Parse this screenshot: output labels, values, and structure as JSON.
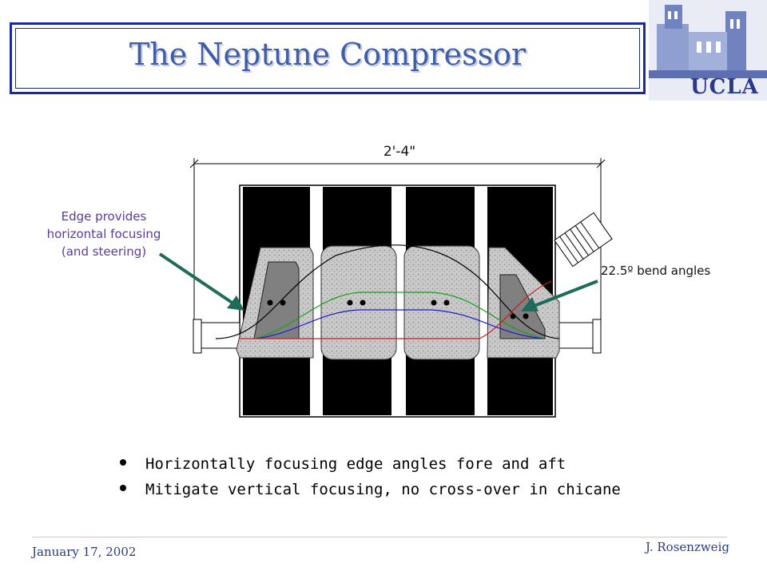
{
  "slide": {
    "title": "The Neptune Compressor",
    "logo_text": "UCLA",
    "dimension_label": "2'-4\"",
    "left_note": [
      "Edge provides",
      "horizontal focusing",
      "(and steering)"
    ],
    "right_note": "22.5º bend angles",
    "bullets": [
      "Horizontally focusing edge angles fore and aft",
      "Mitigate vertical focusing, no cross-over in chicane"
    ],
    "footer_date": "January 17, 2002",
    "footer_author": "J. Rosenzweig"
  },
  "colors": {
    "title": "#3e5fa8",
    "frame": "#1a2a9a",
    "note": "#5b3c9c",
    "arrow": "#1f6b5a",
    "trajectory_black": "#000000",
    "trajectory_green": "#1aa01a",
    "trajectory_blue": "#1a1ad0",
    "trajectory_red": "#d01a1a"
  }
}
